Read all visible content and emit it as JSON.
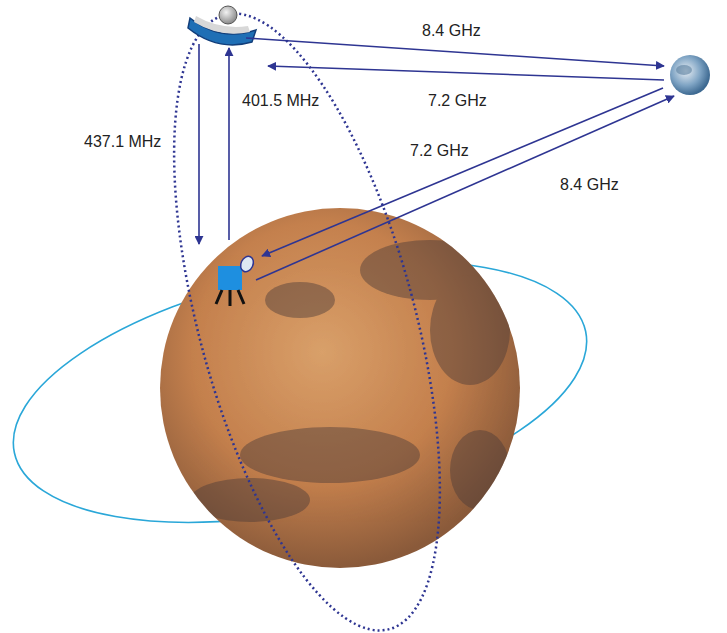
{
  "diagram": {
    "labels": [
      "8.4 GHz",
      "7.2 GHz",
      "437.1 MHz",
      "401.5 MHz",
      "7.2 GHz",
      "8.4 GHz"
    ]
  }
}
